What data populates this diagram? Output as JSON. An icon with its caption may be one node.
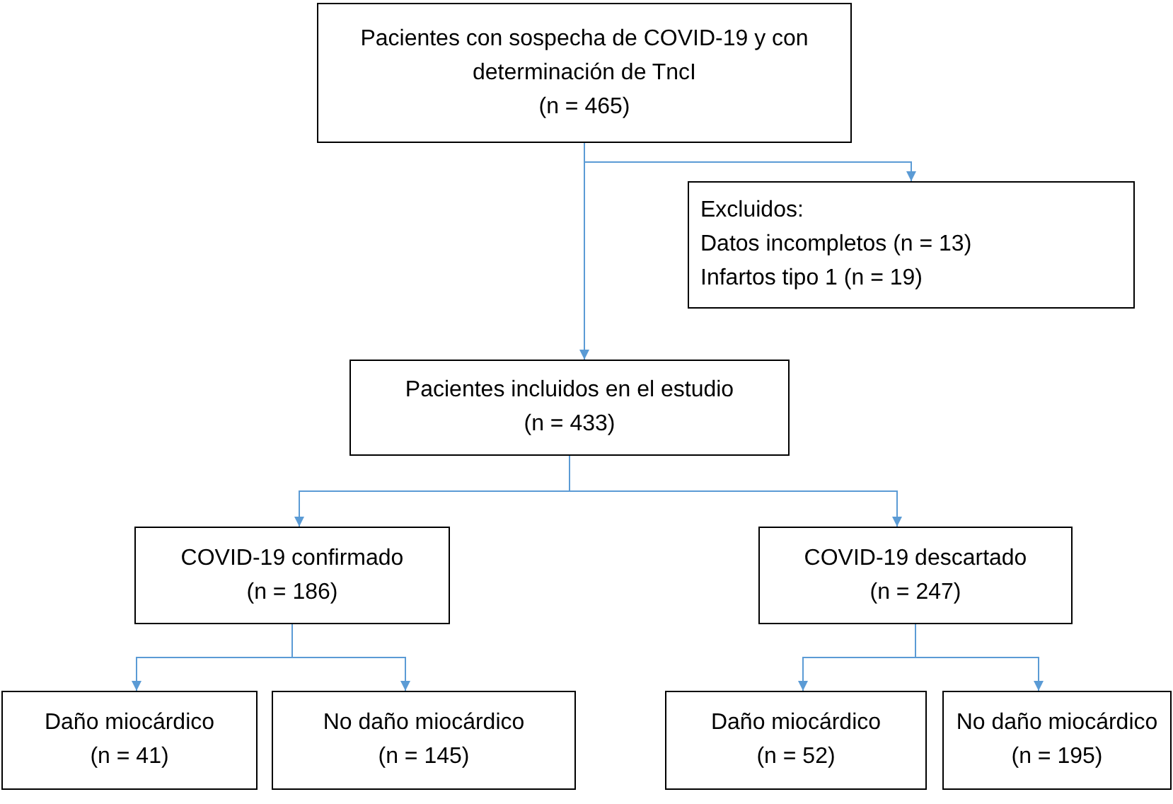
{
  "diagram": {
    "nodes": [
      {
        "text": [
          "Pacientes con sospecha de COVID-19 y con determinación de TncI",
          "(n = 465)"
        ]
      },
      {
        "text": [
          "Excluidos:",
          "Datos incompletos (n = 13)",
          "Infartos tipo 1 (n = 19)"
        ]
      },
      {
        "text": [
          "Pacientes incluidos en el estudio",
          "(n = 433)"
        ]
      },
      {
        "text": [
          "COVID-19 confirmado",
          "(n = 186)"
        ]
      },
      {
        "text": [
          "COVID-19 descartado",
          "(n = 247)"
        ]
      },
      {
        "text": [
          "Daño miocárdico",
          "(n = 41)"
        ]
      },
      {
        "text": [
          "No daño miocárdico",
          "(n = 145)"
        ]
      },
      {
        "text": [
          "Daño miocárdico",
          "(n = 52)"
        ]
      },
      {
        "text": [
          "No daño miocárdico",
          "(n = 195)"
        ]
      }
    ],
    "edges": [
      {
        "from": 0,
        "to": 2,
        "arrow": "to"
      },
      {
        "from": 0,
        "to": 1,
        "arrow": "to"
      },
      {
        "from": 2,
        "to": 3,
        "arrow": "to"
      },
      {
        "from": 2,
        "to": 4,
        "arrow": "to"
      },
      {
        "from": 3,
        "to": 5,
        "arrow": "to"
      },
      {
        "from": 3,
        "to": 6,
        "arrow": "to"
      },
      {
        "from": 4,
        "to": 7,
        "arrow": "to"
      },
      {
        "from": 4,
        "to": 8,
        "arrow": "to"
      }
    ]
  }
}
